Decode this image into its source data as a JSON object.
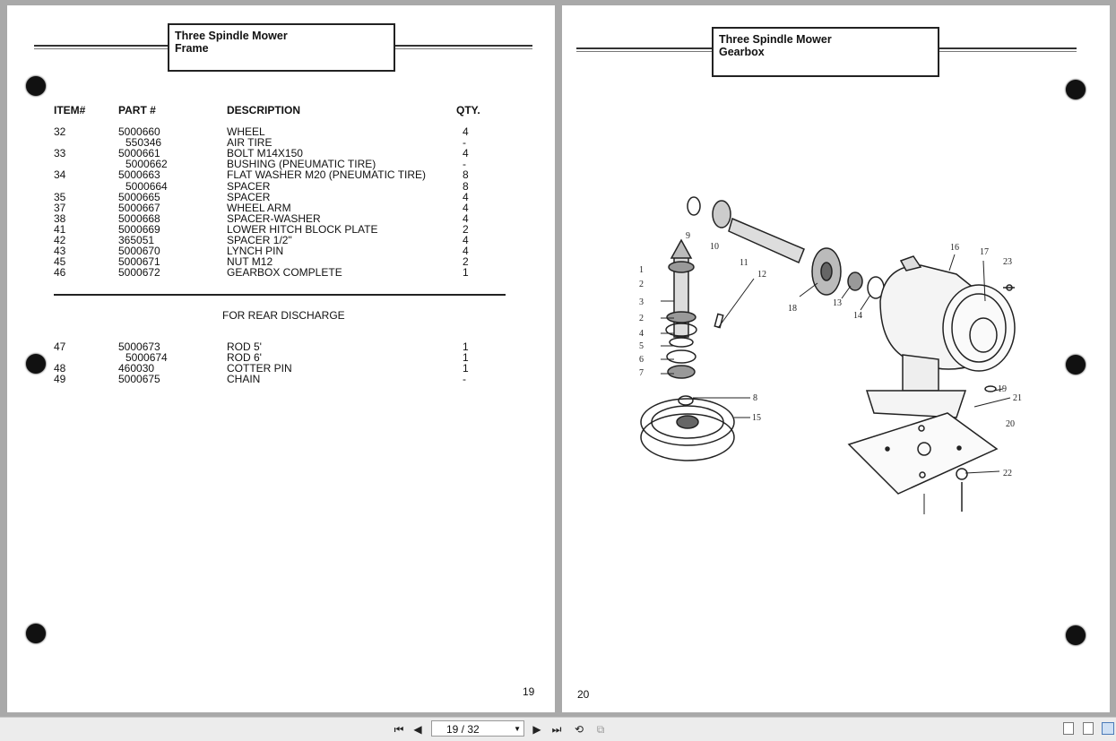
{
  "left_page": {
    "title_line1": "Three Spindle Mower",
    "title_line2": "Frame",
    "headers": {
      "item": "ITEM#",
      "part": "PART #",
      "desc": "DESCRIPTION",
      "qty": "QTY."
    },
    "rows": [
      {
        "item": "32",
        "part": "5000660",
        "desc": "WHEEL",
        "qty": "4"
      },
      {
        "item": "",
        "part": "550346",
        "desc": "AIR TIRE",
        "qty": "-"
      },
      {
        "item": "33",
        "part": "5000661",
        "desc": "BOLT M14X150",
        "qty": "4"
      },
      {
        "item": "",
        "part": "5000662",
        "desc": "BUSHING (PNEUMATIC TIRE)",
        "qty": "-"
      },
      {
        "item": "34",
        "part": "5000663",
        "desc": "FLAT WASHER M20 (PNEUMATIC TIRE)",
        "qty": "8"
      },
      {
        "item": "",
        "part": "5000664",
        "desc": "SPACER",
        "qty": "8"
      },
      {
        "item": "35",
        "part": "5000665",
        "desc": "SPACER",
        "qty": "4"
      },
      {
        "item": "37",
        "part": "5000667",
        "desc": "WHEEL ARM",
        "qty": "4"
      },
      {
        "item": "38",
        "part": "5000668",
        "desc": "SPACER-WASHER",
        "qty": "4"
      },
      {
        "item": "41",
        "part": "5000669",
        "desc": "LOWER HITCH BLOCK PLATE",
        "qty": "2"
      },
      {
        "item": "42",
        "part": "365051",
        "desc": "SPACER 1/2\"",
        "qty": "4"
      },
      {
        "item": "43",
        "part": "5000670",
        "desc": "LYNCH PIN",
        "qty": "4"
      },
      {
        "item": "45",
        "part": "5000671",
        "desc": "NUT M12",
        "qty": "2"
      },
      {
        "item": "46",
        "part": "5000672",
        "desc": "GEARBOX COMPLETE",
        "qty": "1"
      }
    ],
    "rear_heading": "FOR REAR DISCHARGE",
    "rear_rows": [
      {
        "item": "47",
        "part": "5000673",
        "desc": "ROD 5'",
        "qty": "1"
      },
      {
        "item": "",
        "part": "5000674",
        "desc": "ROD 6'",
        "qty": "1"
      },
      {
        "item": "48",
        "part": "460030",
        "desc": "COTTER PIN",
        "qty": "1"
      },
      {
        "item": "49",
        "part": "5000675",
        "desc": "CHAIN",
        "qty": "-"
      }
    ],
    "page_number": "19"
  },
  "right_page": {
    "title_line1": "Three Spindle Mower",
    "title_line2": "Gearbox",
    "page_number": "20",
    "callouts": [
      "1",
      "2",
      "3",
      "2",
      "4",
      "5",
      "6",
      "7",
      "8",
      "9",
      "10",
      "11",
      "12",
      "13",
      "14",
      "15",
      "16",
      "17",
      "18",
      "19",
      "20",
      "21",
      "22",
      "23"
    ]
  },
  "toolbar": {
    "page_indicator": "19 / 32",
    "icons": [
      "first-page-icon",
      "prev-page-icon",
      "next-page-icon",
      "last-page-icon",
      "rotate-icon",
      "fit-icon",
      "single-page-view-icon",
      "continuous-view-icon",
      "two-page-view-icon"
    ]
  }
}
